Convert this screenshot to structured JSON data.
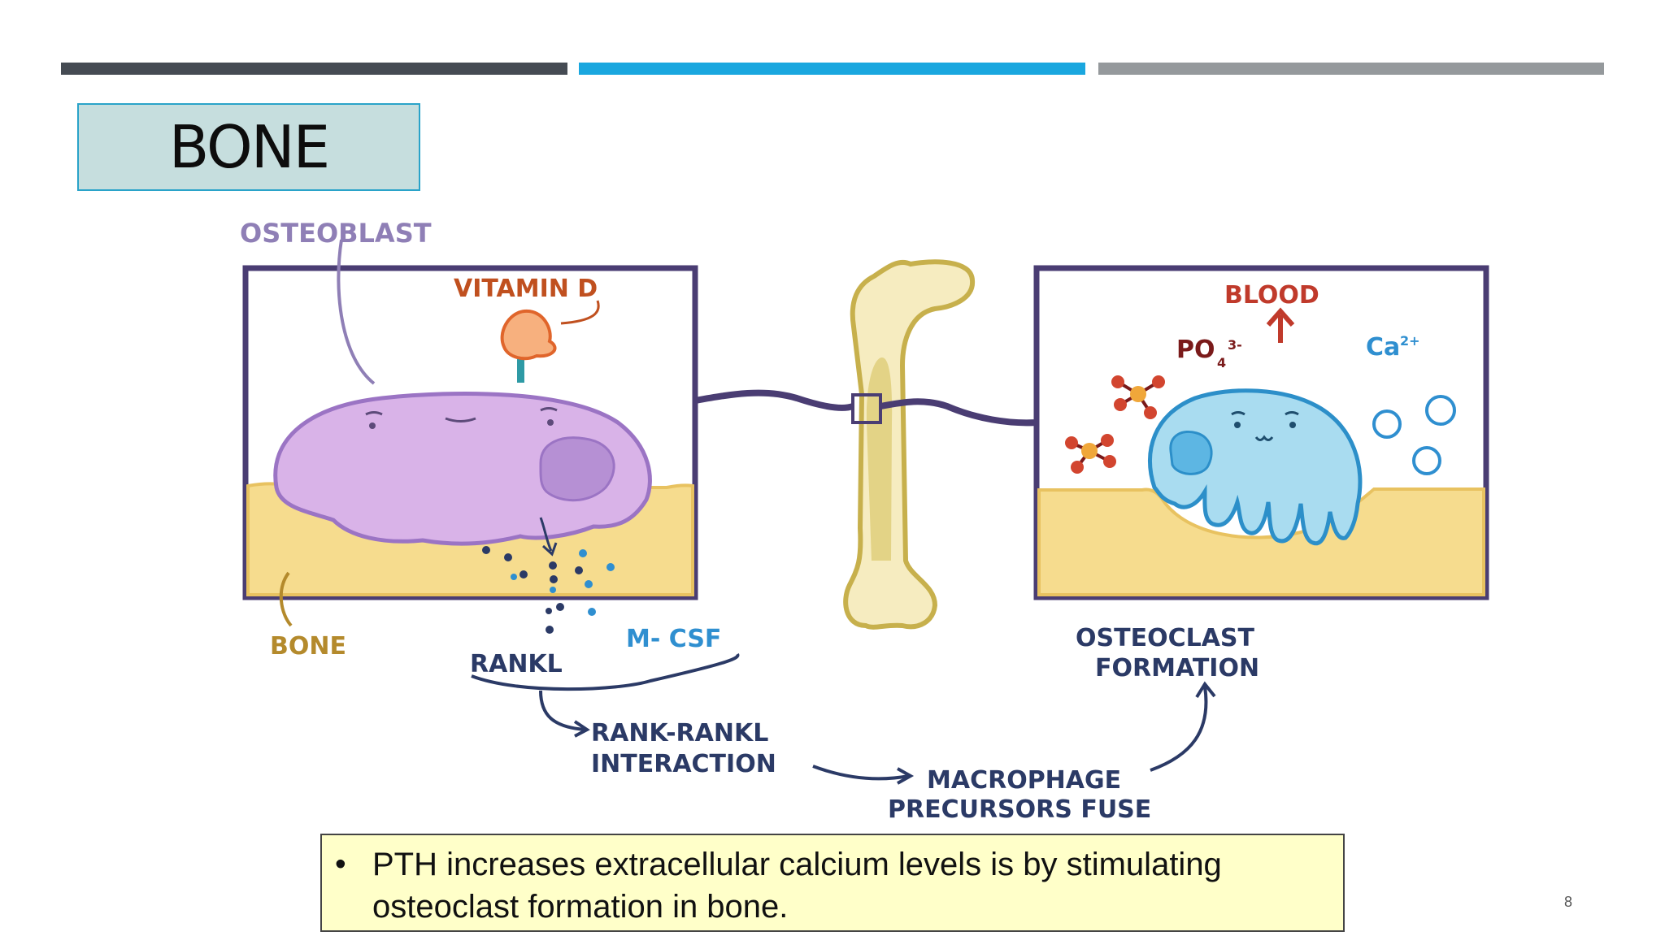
{
  "slide": {
    "title": "BONE",
    "page_number": "8",
    "note": "PTH increases extracellular calcium levels is by stimulating osteoclast formation in bone."
  },
  "diagram": {
    "labels": {
      "osteoblast": "OSTEOBLAST",
      "vitamin_d": "VITAMIN D",
      "bone": "BONE",
      "rankl": "RANKL",
      "m_csf": "M- CSF",
      "rank_rankl_1": "RANK-RANKL",
      "rank_rankl_2": "INTERACTION",
      "macrophage_1": "MACROPHAGE",
      "macrophage_2": "PRECURSORS FUSE",
      "osteoclast_1": "OSTEOCLAST",
      "osteoclast_2": "FORMATION",
      "blood": "BLOOD",
      "po4": "PO",
      "po4_sub": "4",
      "po4_sup": "3-",
      "ca": "Ca",
      "ca_sup": "2+"
    },
    "colors": {
      "frame": "#4a3d73",
      "osteoblast": "#d9b3e8",
      "osteoclast": "#a9dcf0",
      "bone_matrix": "#f6dc8e",
      "label_purple": "#8f7fb6",
      "label_orange": "#c0501f",
      "label_blue": "#2f8fd0",
      "label_navy": "#2b3a66",
      "label_gold": "#b48a2c",
      "blood_red": "#c03a2b"
    }
  },
  "bars": {
    "colors": [
      "#454b53",
      "#1aa7df",
      "#95999c"
    ]
  }
}
